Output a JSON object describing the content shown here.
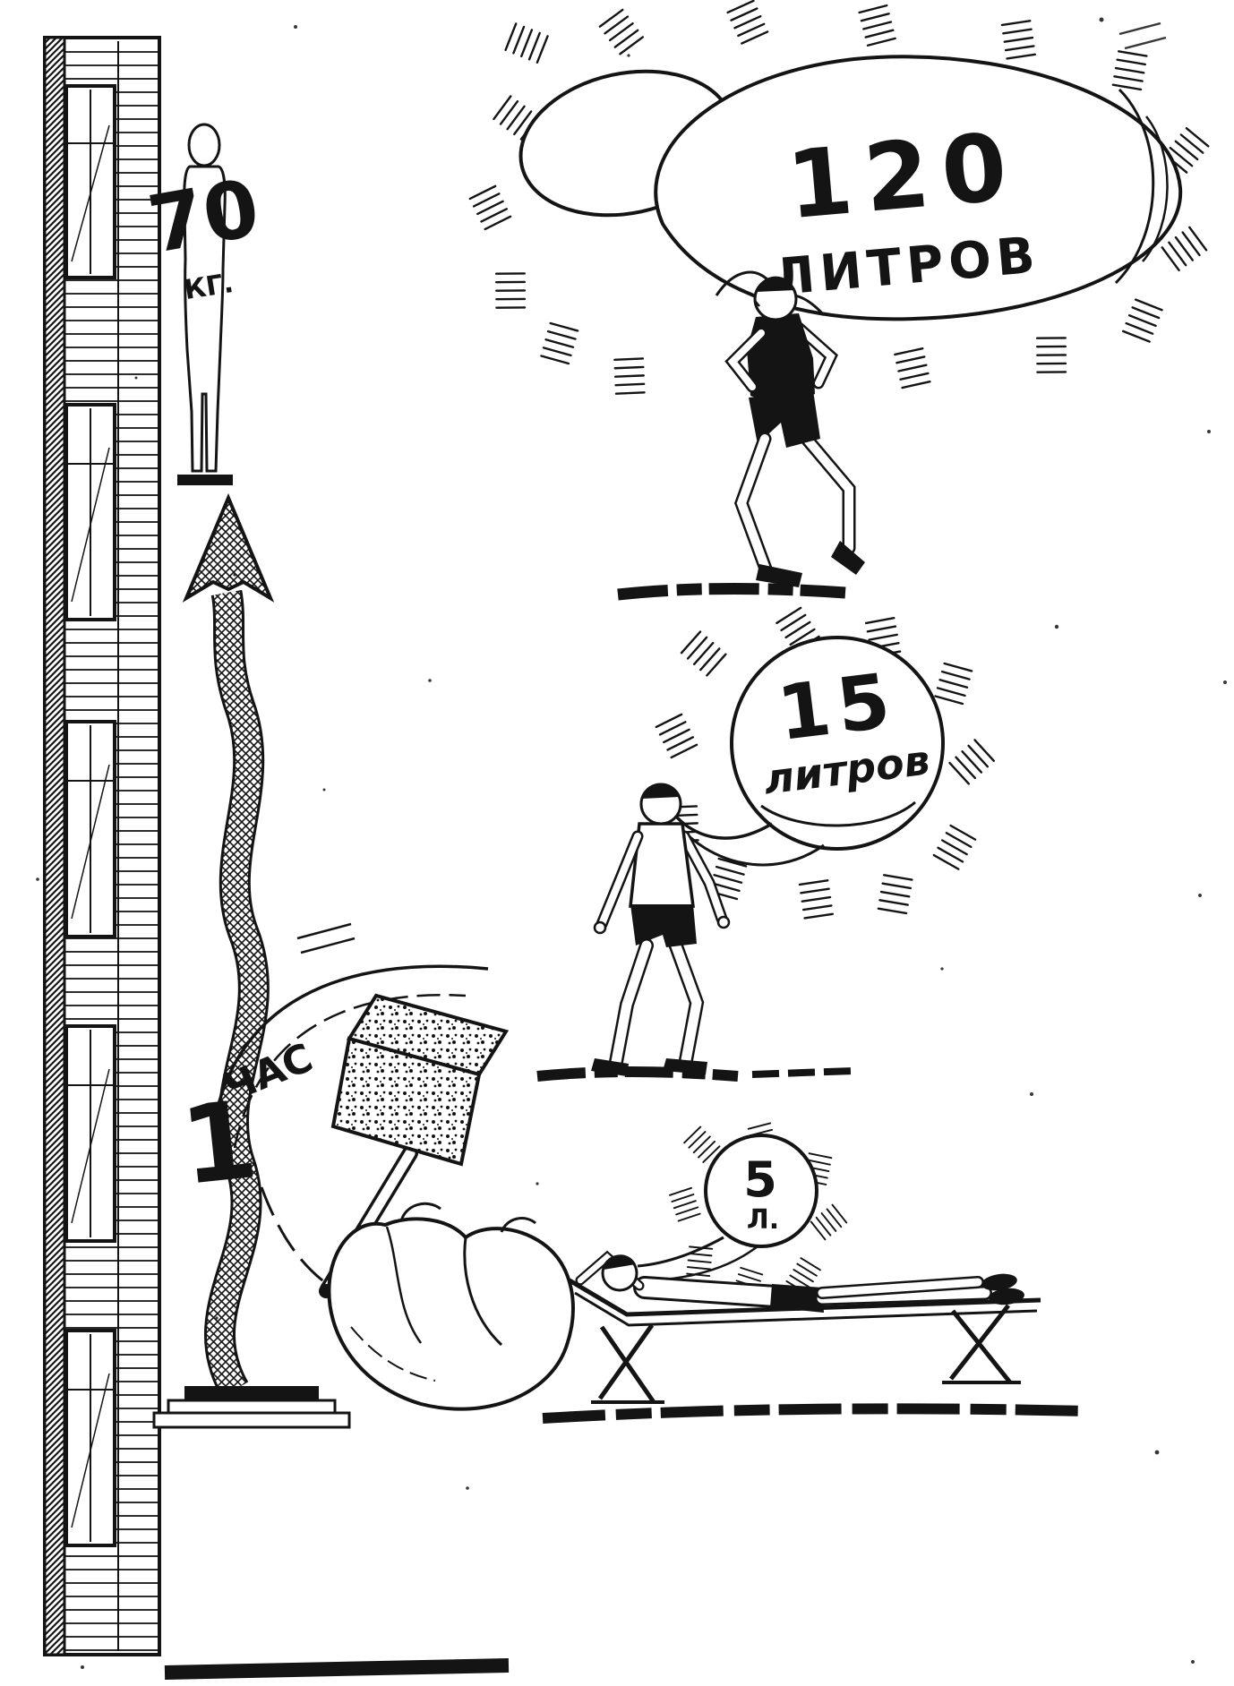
{
  "labels": {
    "weight_value": "70",
    "weight_unit": "КГ.",
    "hour_value": "1",
    "hour_unit": "ЧАС",
    "run_value": "120",
    "run_unit": "ЛИТРОВ",
    "walk_value": "15",
    "walk_unit": "литров",
    "rest_value": "5",
    "rest_unit": "Л."
  },
  "colors": {
    "ink": "#141414",
    "paper": "#ffffff"
  }
}
